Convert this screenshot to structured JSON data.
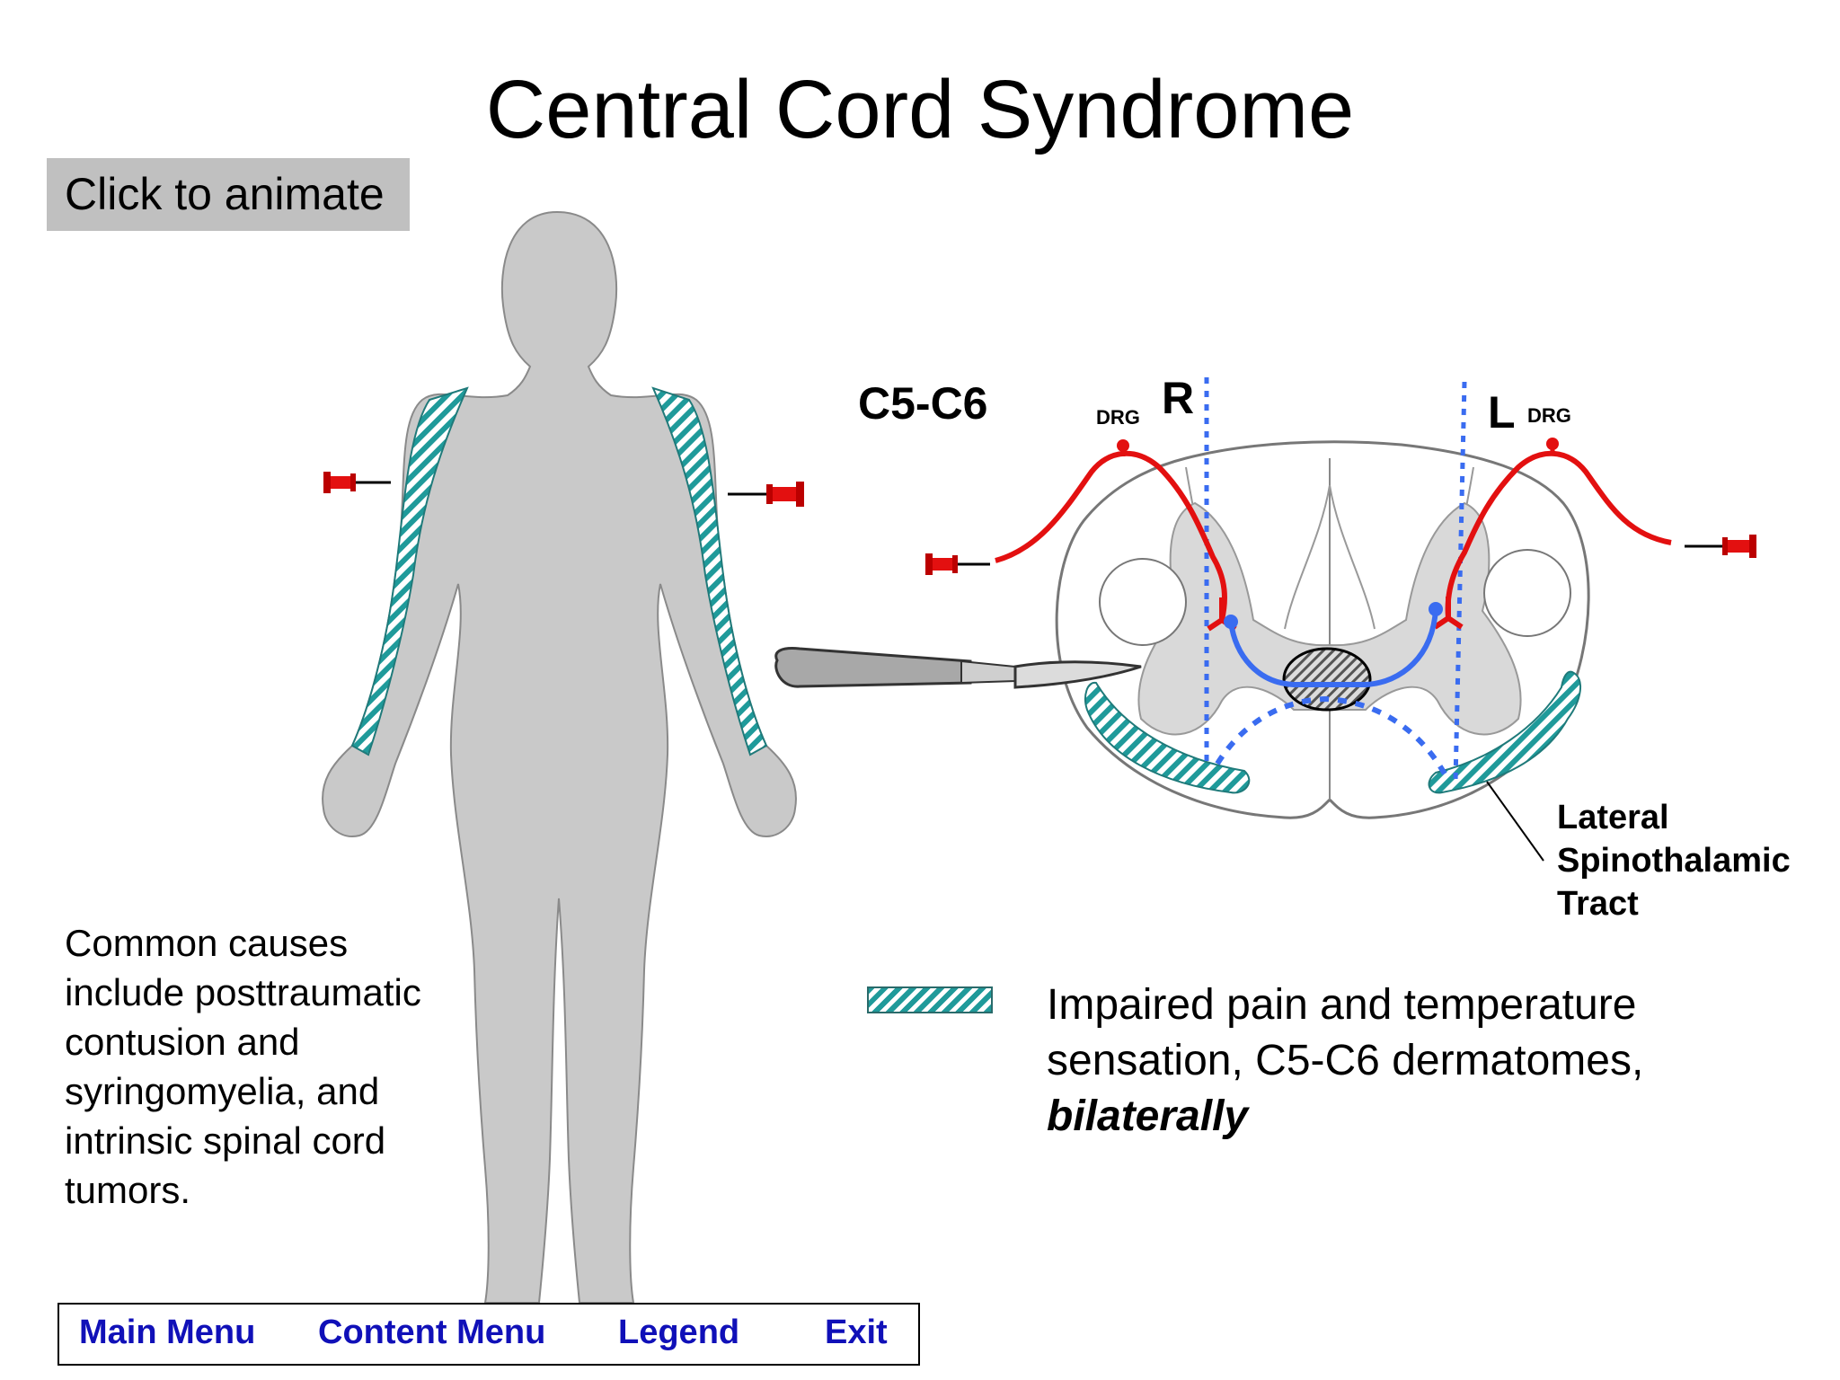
{
  "title": "Central Cord Syndrome",
  "animate_button": "Click to animate",
  "causes_lines": [
    "Common causes",
    "include posttraumatic",
    "contusion and",
    "syringomyelia, and",
    "intrinsic spinal cord",
    "tumors."
  ],
  "diagram": {
    "level": "C5-C6",
    "right_label": "R",
    "left_label": "L",
    "drg_right": "DRG",
    "drg_left": "DRG",
    "tract_lines": [
      "Lateral",
      "Spinothalamic",
      "Tract"
    ]
  },
  "legend": {
    "line1": "Impaired pain and temperature",
    "line2": "sensation, C5-C6 dermatomes,",
    "line3": "bilaterally"
  },
  "nav": {
    "main_menu": "Main Menu",
    "content_menu": "Content Menu",
    "legend": "Legend",
    "exit": "Exit"
  },
  "colors": {
    "impaired_hatch": "#1f9a9a",
    "body": "#c9c9c9",
    "sensory_pathway": "#e31010",
    "spinothalamic_pathway": "#3a6cf0",
    "nav_text": "#1010b8",
    "button_bg": "#c0c0c0"
  }
}
